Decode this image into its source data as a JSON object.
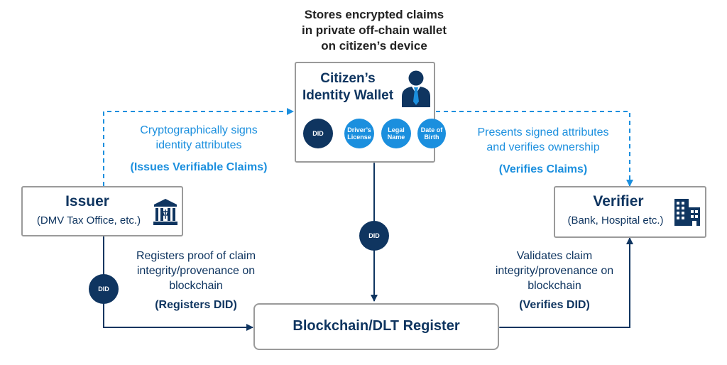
{
  "top_note": {
    "line1": "Stores encrypted claims",
    "line2": "in private off-chain wallet",
    "line3": "on citizen’s device"
  },
  "wallet": {
    "title_line1": "Citizen’s",
    "title_line2": "Identity Wallet",
    "attributes": [
      {
        "line1": "DID",
        "line2": ""
      },
      {
        "line1": "Driver’s",
        "line2": "License"
      },
      {
        "line1": "Legal",
        "line2": "Name"
      },
      {
        "line1": "Date of",
        "line2": "Birth"
      }
    ]
  },
  "issuer": {
    "title": "Issuer",
    "subtitle": "(DMV Tax Office, etc.)",
    "icon": "government-building-icon"
  },
  "verifier": {
    "title": "Verifier",
    "subtitle": "(Bank, Hospital etc.)",
    "icon": "office-buildings-icon"
  },
  "blockchain": {
    "title": "Blockchain/DLT Register"
  },
  "left_top_text": {
    "line1": "Cryptographically signs",
    "line2": "identity attributes",
    "action": "(Issues Verifiable Claims)"
  },
  "right_top_text": {
    "line1": "Presents signed attributes",
    "line2": "and verifies ownership",
    "action": "(Verifies Claims)"
  },
  "left_bottom_text": {
    "line1": "Registers proof of claim",
    "line2": "integrity/provenance on",
    "line3": "blockchain",
    "action": "(Registers DID)"
  },
  "right_bottom_text": {
    "line1": "Validates claim",
    "line2": "integrity/provenance on",
    "line3": "blockchain",
    "action": "(Verifies DID)"
  },
  "did_badges": {
    "left": "DID",
    "center": "DID"
  },
  "colors": {
    "dark": "#0f3560",
    "blue": "#1b8fde",
    "border": "#9a9a9a"
  }
}
